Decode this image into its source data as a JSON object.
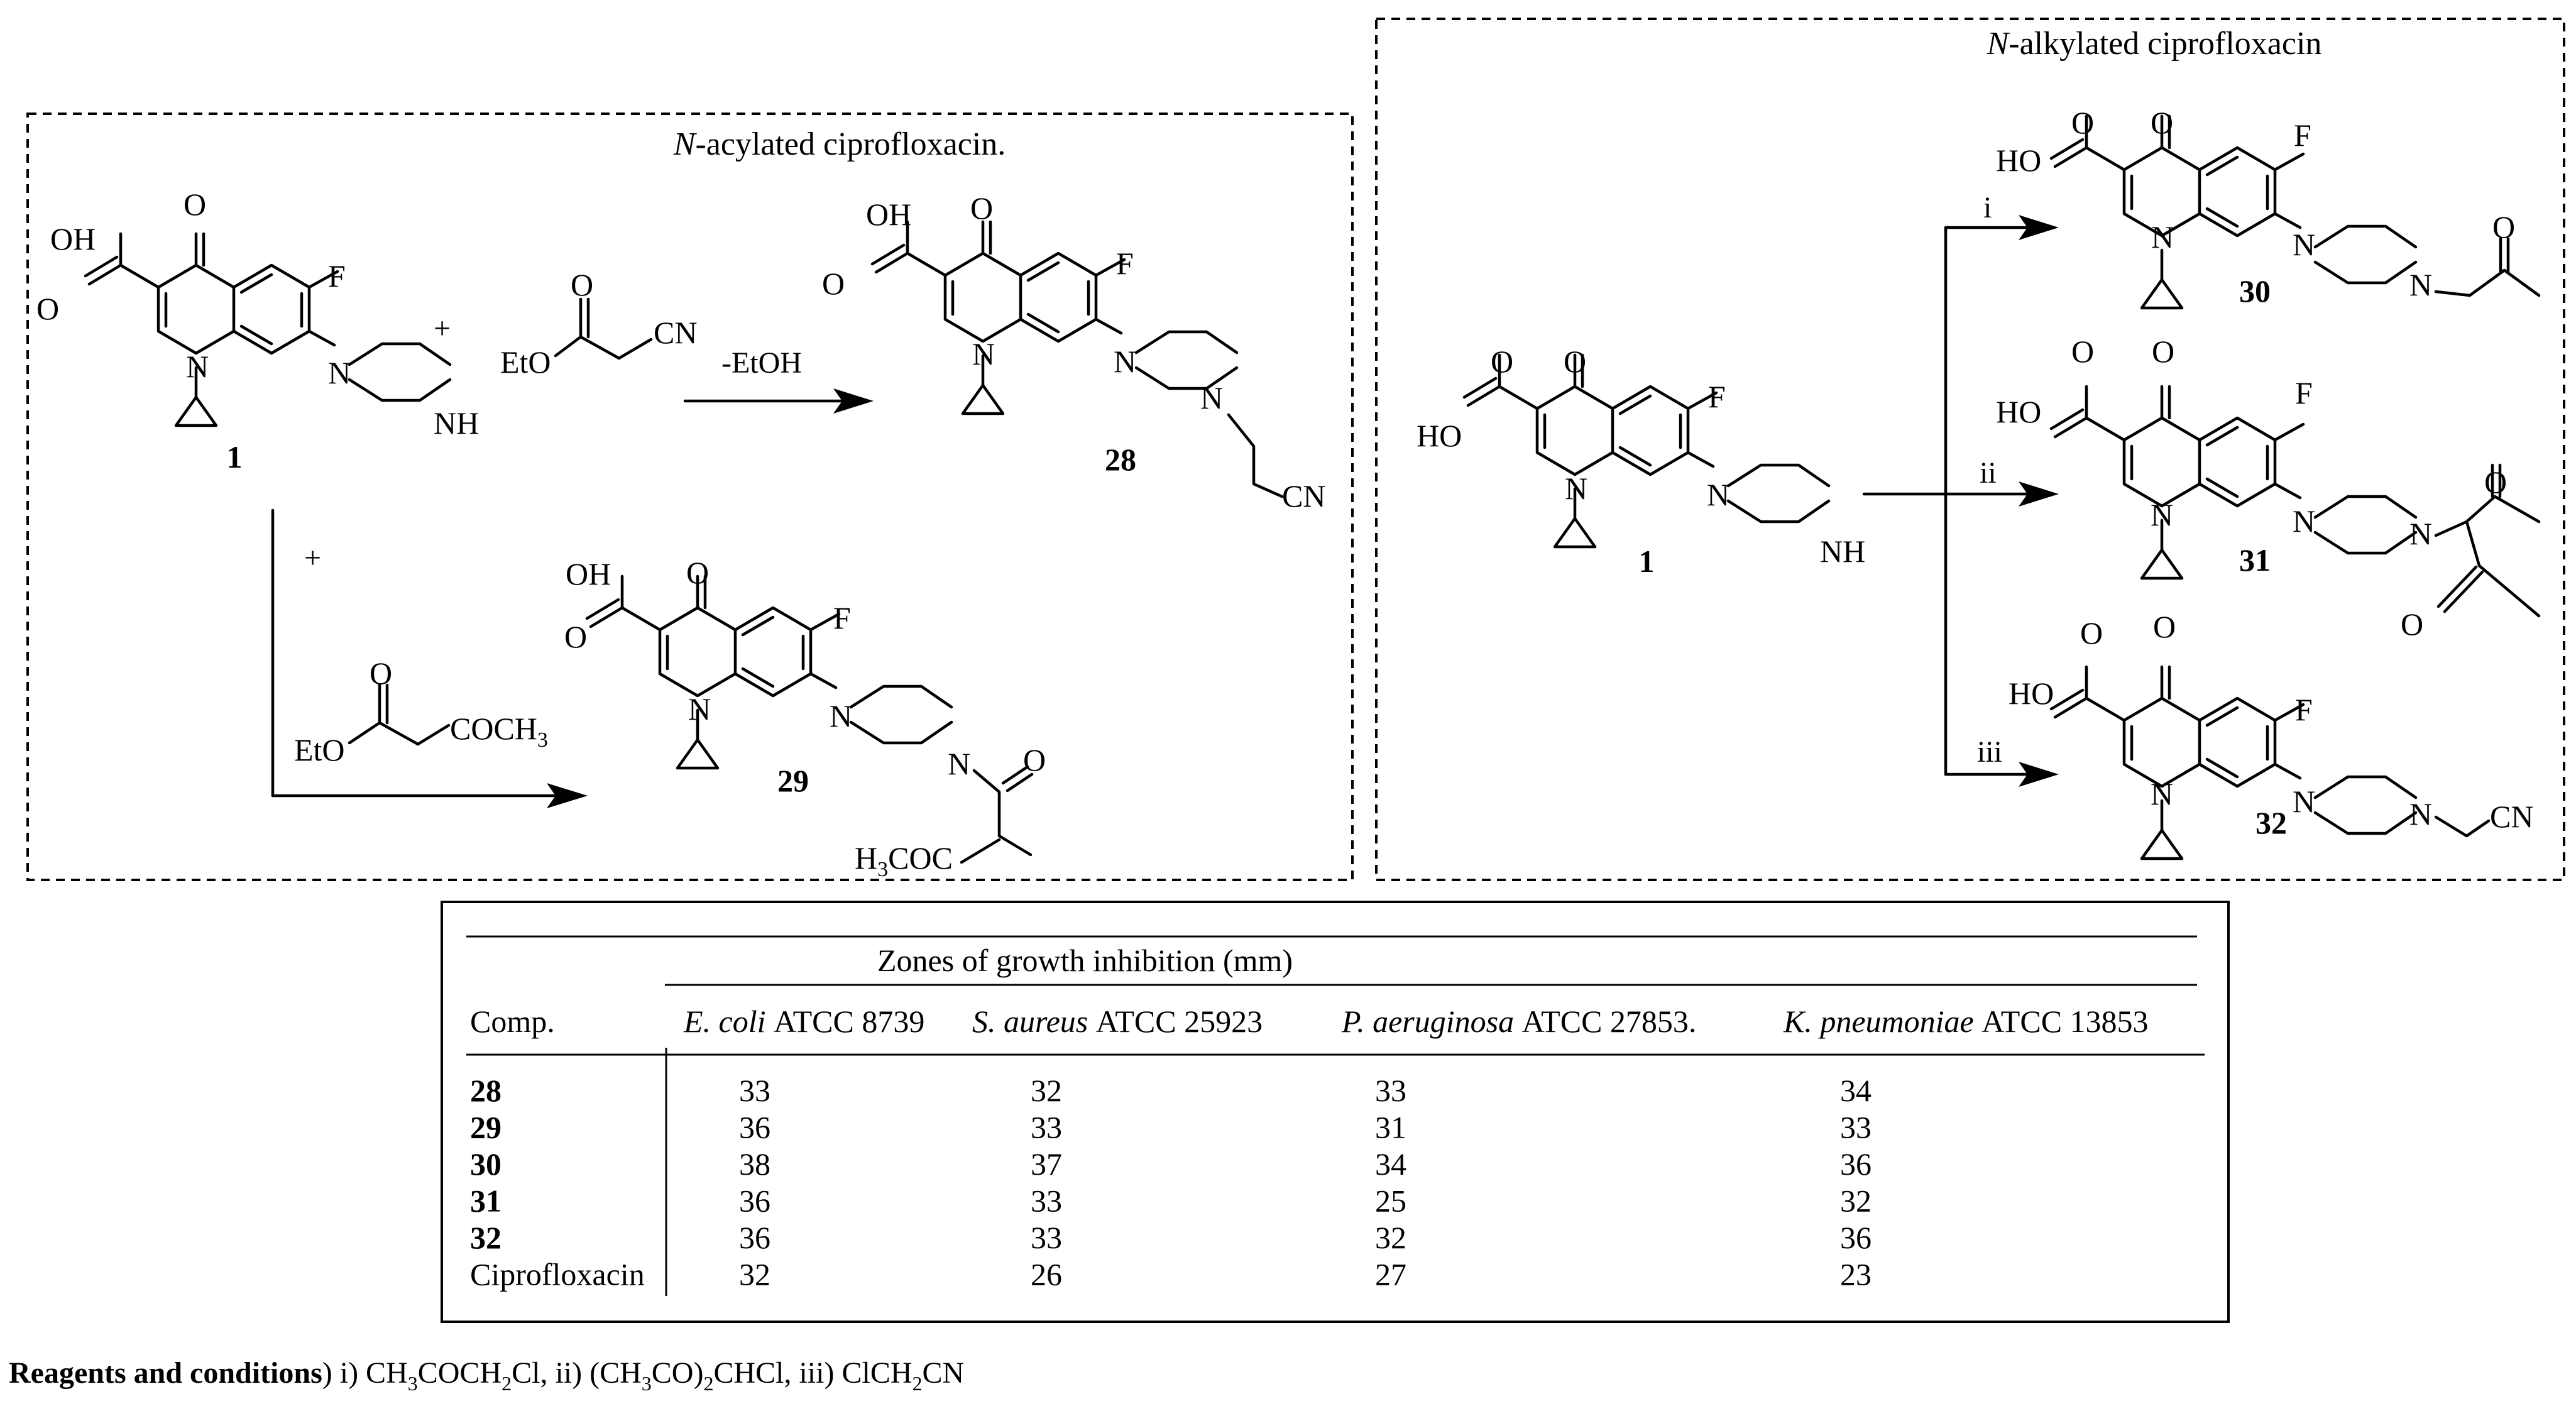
{
  "panels": {
    "acylated_title": "N-acylated ciprofloxacin.",
    "alkylated_title": "N-alkylated ciprofloxacin"
  },
  "compounds": {
    "start_label": "1",
    "c28": "28",
    "c29": "29",
    "c30": "30",
    "c31": "31",
    "c32": "32"
  },
  "atoms": {
    "oh": "OH",
    "ho": "HO",
    "o": "O",
    "f": "F",
    "n": "N",
    "nh": "NH",
    "eto": "EtO",
    "cn": "CN",
    "coch3": "COCH3",
    "h3coc": "H3COC"
  },
  "reactions": {
    "plus": "+",
    "minus_etoh": "-EtOH",
    "step_i": "i",
    "step_ii": "ii",
    "step_iii": "iii"
  },
  "table": {
    "title": "Zones of growth inhibition (mm)",
    "headers": [
      {
        "species": "E. coli",
        "strain": "ATCC 8739"
      },
      {
        "species": "S. aureus",
        "strain": "ATCC 25923"
      },
      {
        "species": "P. aeruginosa",
        "strain": "ATCC 27853."
      },
      {
        "species": "K. pneumoniae",
        "strain": "ATCC 13853"
      }
    ],
    "comp_header": "Comp.",
    "rows": [
      {
        "comp": "28",
        "values": [
          "33",
          "32",
          "33",
          "34"
        ]
      },
      {
        "comp": "29",
        "values": [
          "36",
          "33",
          "31",
          "33"
        ]
      },
      {
        "comp": "30",
        "values": [
          "38",
          "37",
          "34",
          "36"
        ]
      },
      {
        "comp": "31",
        "values": [
          "36",
          "33",
          "25",
          "32"
        ]
      },
      {
        "comp": "32",
        "values": [
          "36",
          "33",
          "32",
          "36"
        ]
      },
      {
        "comp": "Ciprofloxacin",
        "values": [
          "32",
          "26",
          "27",
          "23"
        ]
      }
    ]
  },
  "footnote": {
    "bold": "Reagents and conditions",
    "text": ") i) CH3COCH2Cl, ii) (CH3CO)2CHCl, iii) ClCH2CN"
  }
}
